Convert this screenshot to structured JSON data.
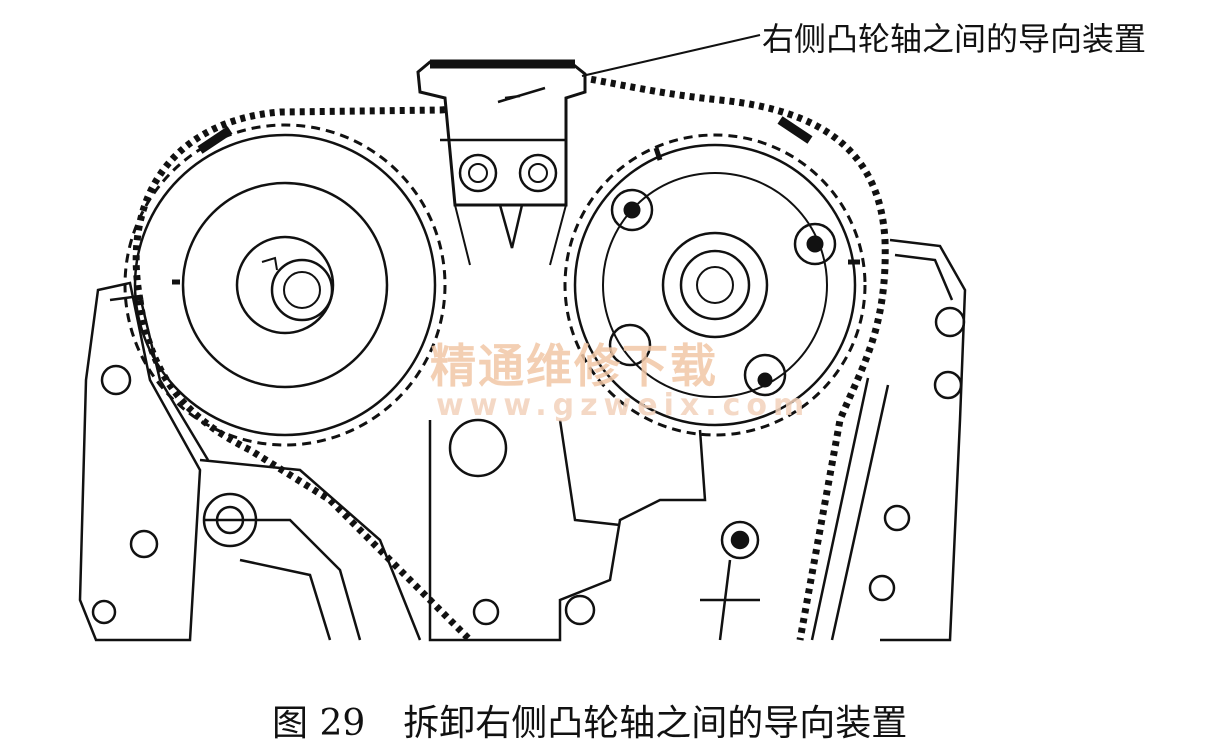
{
  "callout": {
    "label": "右侧凸轮轴之间的导向装置"
  },
  "caption": {
    "figure_number": "图 29",
    "text": "拆卸右侧凸轮轴之间的导向装置"
  },
  "watermark": {
    "title": "精通维修下载",
    "url": "www.gzweix.com"
  },
  "colors": {
    "line": "#111111",
    "background": "#ffffff",
    "watermark": "#f1c7a6"
  }
}
